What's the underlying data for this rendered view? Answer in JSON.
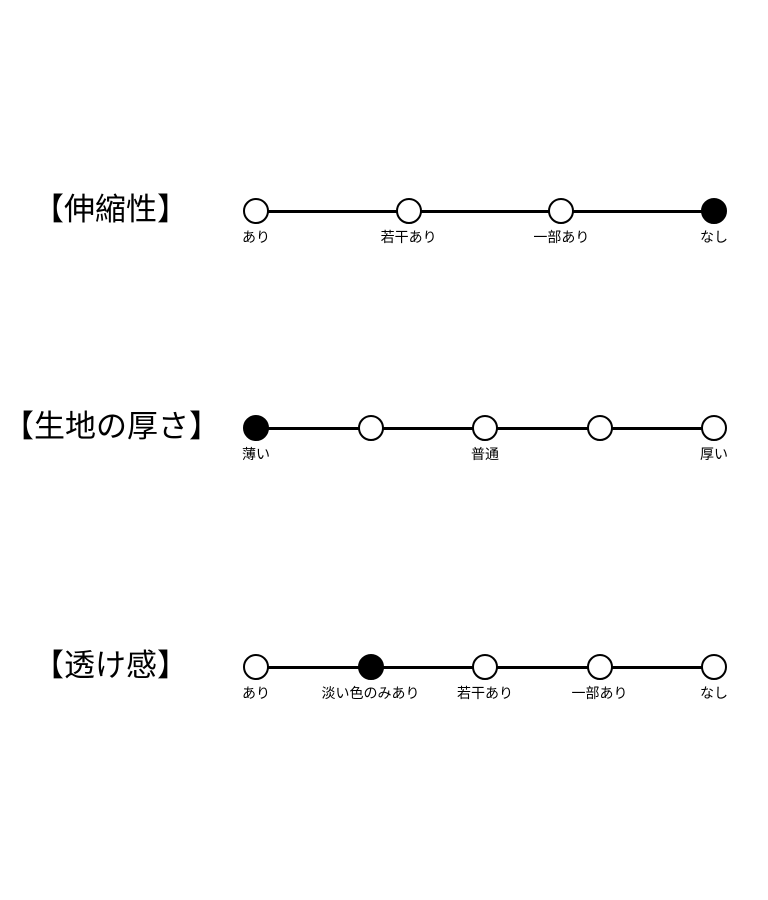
{
  "scales": [
    {
      "id": "stretch",
      "title": "【伸縮性】",
      "points": 4,
      "selected_index": 3,
      "labels": [
        {
          "index": 0,
          "text": "あり"
        },
        {
          "index": 1,
          "text": "若干あり"
        },
        {
          "index": 2,
          "text": "一部あり"
        },
        {
          "index": 3,
          "text": "なし"
        }
      ]
    },
    {
      "id": "thickness",
      "title": "【生地の厚さ】",
      "points": 5,
      "selected_index": 0,
      "labels": [
        {
          "index": 0,
          "text": "薄い"
        },
        {
          "index": 2,
          "text": "普通"
        },
        {
          "index": 4,
          "text": "厚い"
        }
      ]
    },
    {
      "id": "sheerness",
      "title": "【透け感】",
      "points": 5,
      "selected_index": 1,
      "labels": [
        {
          "index": 0,
          "text": "あり"
        },
        {
          "index": 1,
          "text": "淡い色のみあり"
        },
        {
          "index": 2,
          "text": "若干あり"
        },
        {
          "index": 3,
          "text": "一部あり"
        },
        {
          "index": 4,
          "text": "なし"
        }
      ]
    }
  ]
}
